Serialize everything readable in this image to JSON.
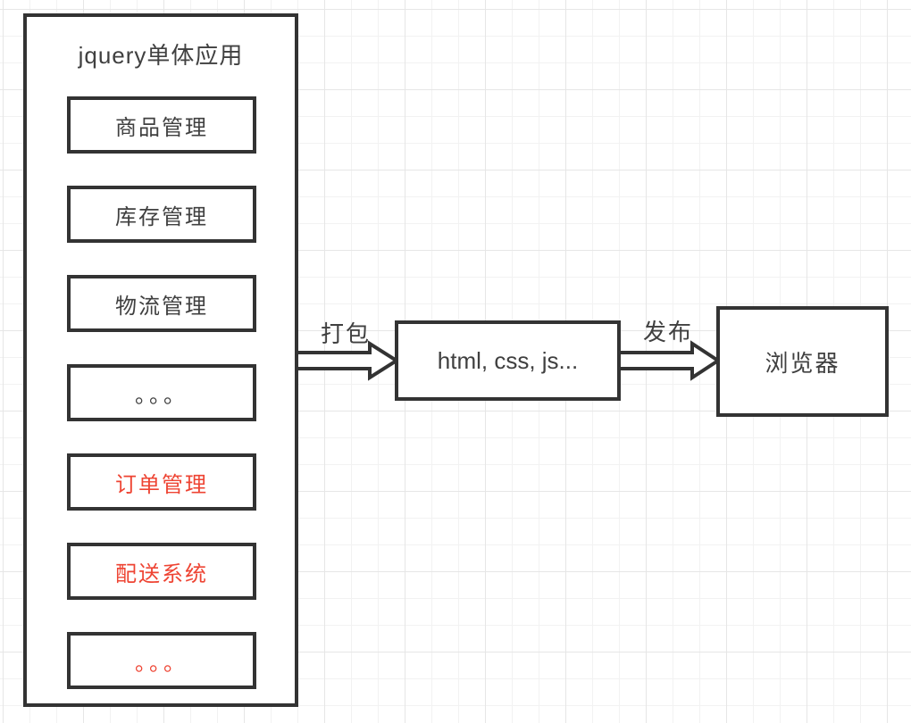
{
  "monolith": {
    "title": "jquery单体应用",
    "modules": [
      {
        "label": "商品管理",
        "highlight": false
      },
      {
        "label": "库存管理",
        "highlight": false
      },
      {
        "label": "物流管理",
        "highlight": false
      },
      {
        "label": "。。。",
        "highlight": false
      },
      {
        "label": "订单管理",
        "highlight": true
      },
      {
        "label": "配送系统",
        "highlight": true
      },
      {
        "label": "。。。",
        "highlight": true
      }
    ]
  },
  "flow": {
    "package_arrow_label": "打包",
    "bundle_box_label": "html, css, js...",
    "publish_arrow_label": "发布",
    "browser_box_label": "浏览器"
  },
  "colors": {
    "stroke": "#333333",
    "text": "#404040",
    "highlight": "#ee4433"
  }
}
